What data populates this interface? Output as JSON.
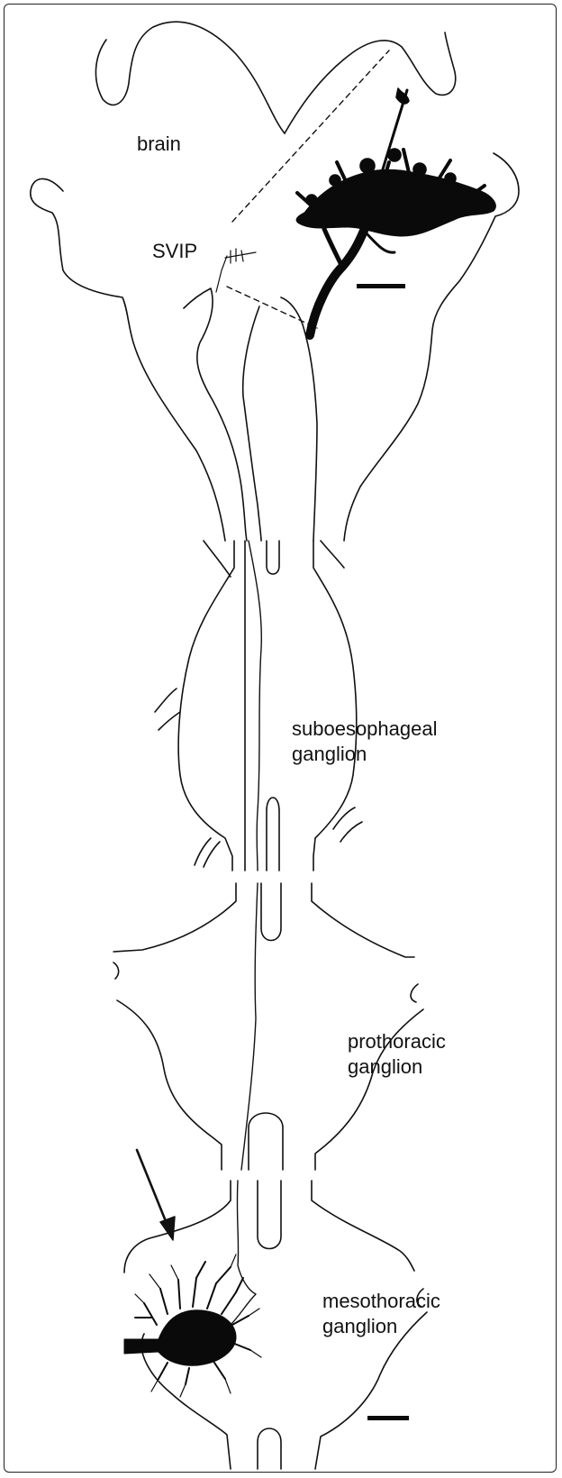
{
  "labels": {
    "brain": "brain",
    "svip": "SVIP",
    "suboesophageal_line1": "suboesophageal",
    "suboesophageal_line2": "ganglion",
    "prothoracic_line1": "prothoracic",
    "prothoracic_line2": "ganglion",
    "mesothoracic_line1": "mesothoracic",
    "mesothoracic_line2": "ganglion"
  },
  "colors": {
    "line": "#111111",
    "neuron": "#0a0a0a",
    "frame": "#222222"
  },
  "icons": [
    "arrow-icon",
    "scale-bar-icon"
  ]
}
